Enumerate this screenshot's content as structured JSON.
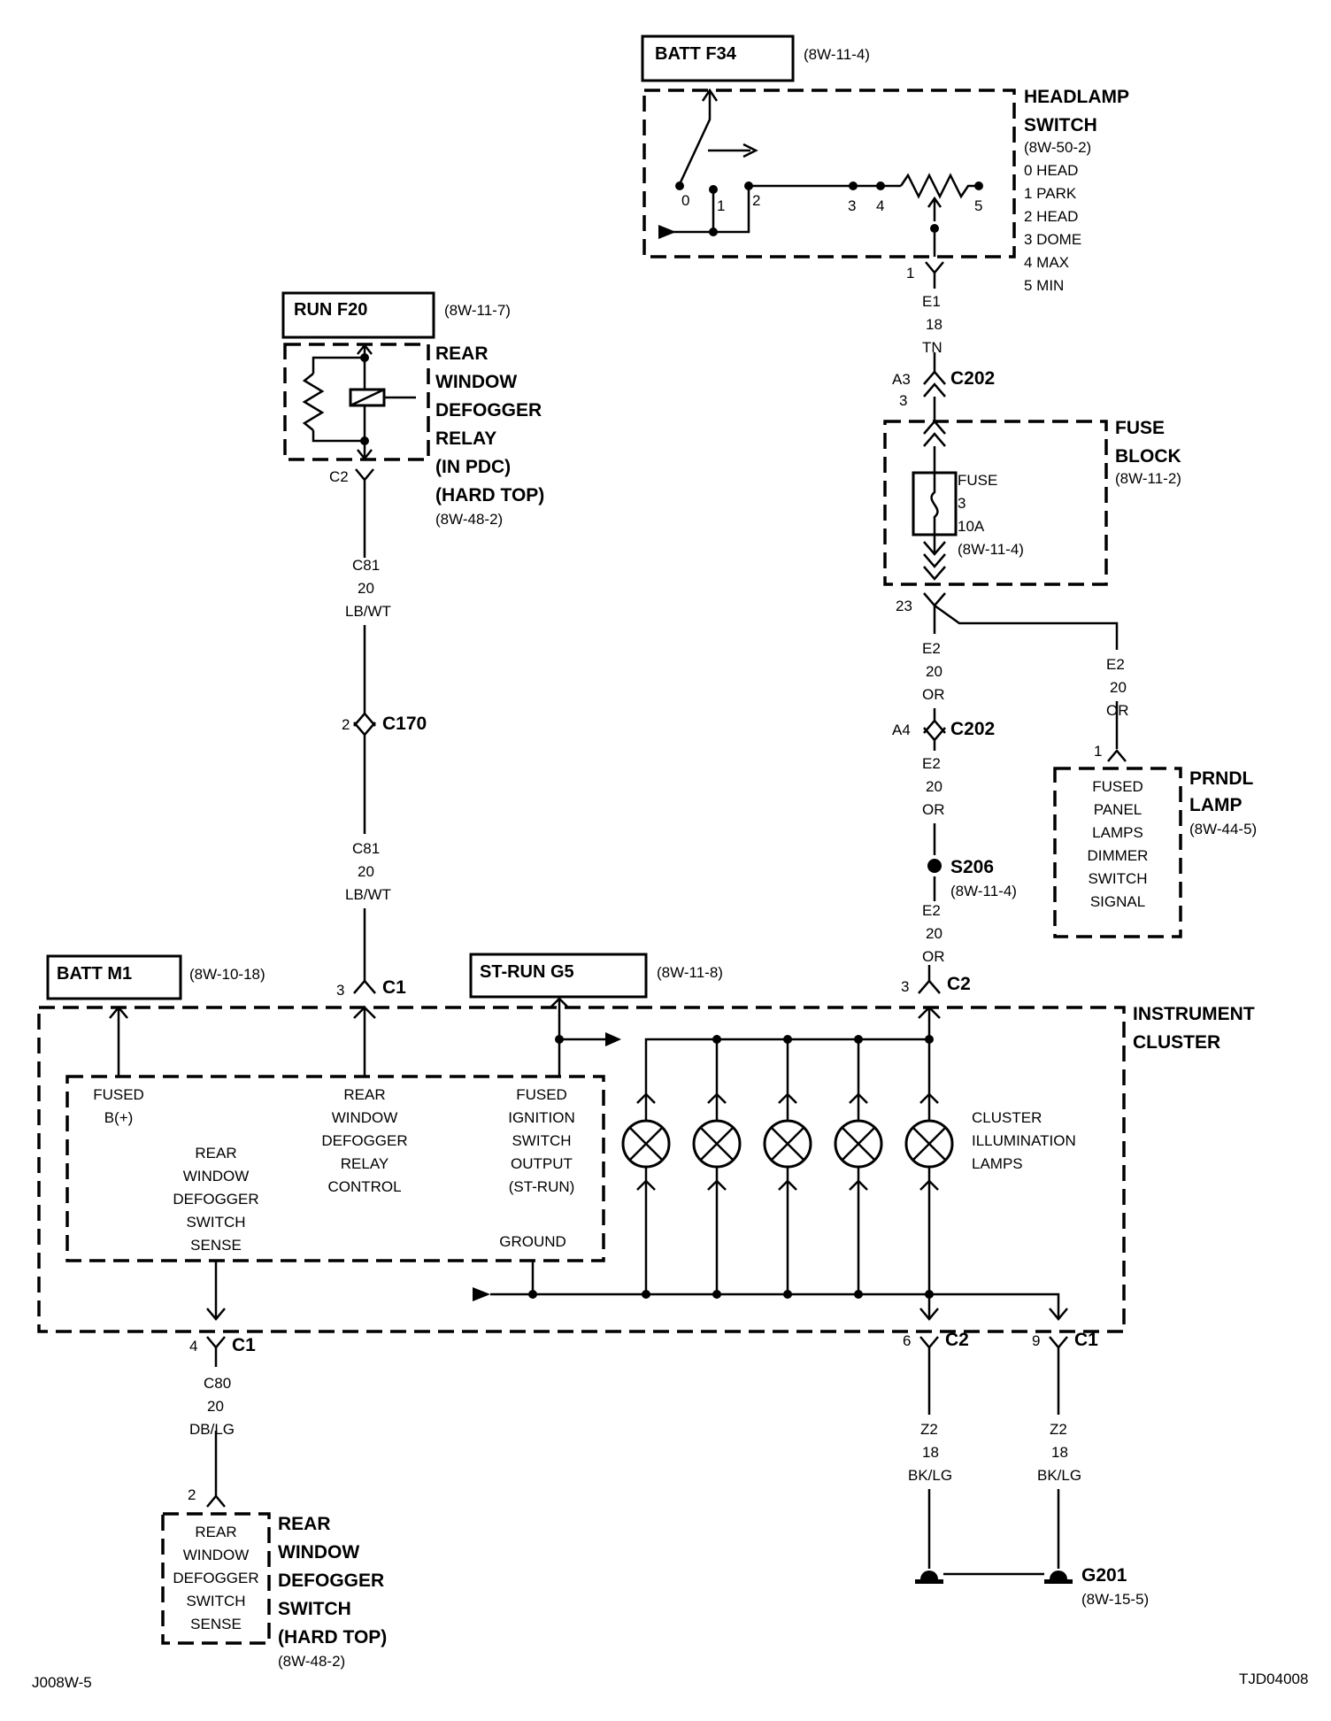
{
  "headlamp_switch": {
    "source": "BATT F34",
    "source_ref": "(8W-11-4)",
    "name_line1": "HEADLAMP",
    "name_line2": "SWITCH",
    "ref": "(8W-50-2)",
    "positions": [
      "0 HEAD",
      "1 PARK",
      "2 HEAD",
      "3 DOME",
      "4 MAX",
      "5 MIN"
    ],
    "terminals": [
      "0",
      "1",
      "2",
      "3",
      "4",
      "5"
    ],
    "pin": "1"
  },
  "wire_e1": {
    "circuit": "E1",
    "gauge": "18",
    "color": "TN"
  },
  "c202_a3": {
    "pin": "A3",
    "pin2": "3",
    "name": "C202"
  },
  "fuse_block": {
    "name_line1": "FUSE",
    "name_line2": "BLOCK",
    "ref": "(8W-11-2)",
    "fuse_label": "FUSE",
    "fuse_number": "3",
    "fuse_rating": "10A",
    "fuse_ref": "(8W-11-4)",
    "pin": "23"
  },
  "wire_e2_a": {
    "circuit": "E2",
    "gauge": "20",
    "color": "OR"
  },
  "wire_e2_prndl": {
    "circuit": "E2",
    "gauge": "20",
    "color": "OR"
  },
  "c202_a4": {
    "pin": "A4",
    "name": "C202"
  },
  "wire_e2_b": {
    "circuit": "E2",
    "gauge": "20",
    "color": "OR"
  },
  "splice": {
    "name": "S206",
    "ref": "(8W-11-4)"
  },
  "wire_e2_c": {
    "circuit": "E2",
    "gauge": "20",
    "color": "OR"
  },
  "prndl": {
    "pin": "1",
    "name_line1": "PRNDL",
    "name_line2": "LAMP",
    "ref": "(8W-44-5)",
    "inner": [
      "FUSED",
      "PANEL",
      "LAMPS",
      "DIMMER",
      "SWITCH",
      "SIGNAL"
    ]
  },
  "relay": {
    "source": "RUN F20",
    "source_ref": "(8W-11-7)",
    "name": [
      "REAR",
      "WINDOW",
      "DEFOGGER",
      "RELAY",
      "(IN PDC)",
      "(HARD TOP)"
    ],
    "ref": "(8W-48-2)",
    "pin": "C2"
  },
  "wire_c81_a": {
    "circuit": "C81",
    "gauge": "20",
    "color": "LB/WT"
  },
  "c170": {
    "pin": "2",
    "name": "C170"
  },
  "wire_c81_b": {
    "circuit": "C81",
    "gauge": "20",
    "color": "LB/WT"
  },
  "cluster": {
    "name_line1": "INSTRUMENT",
    "name_line2": "CLUSTER",
    "batt_source": "BATT M1",
    "batt_ref": "(8W-10-18)",
    "strun_source": "ST-RUN G5",
    "strun_ref": "(8W-11-8)",
    "c1_top_pin": "3",
    "c1_top_name": "C1",
    "c2_top_pin": "3",
    "c2_top_name": "C2",
    "fused_b": [
      "FUSED",
      "B(+)"
    ],
    "relay_control": [
      "REAR",
      "WINDOW",
      "DEFOGGER",
      "RELAY",
      "CONTROL"
    ],
    "ign_output": [
      "FUSED",
      "IGNITION",
      "SWITCH",
      "OUTPUT",
      "(ST-RUN)"
    ],
    "switch_sense": [
      "REAR",
      "WINDOW",
      "DEFOGGER",
      "SWITCH",
      "SENSE"
    ],
    "ground": "GROUND",
    "lamps_label": [
      "CLUSTER",
      "ILLUMINATION",
      "LAMPS"
    ],
    "c1_bottom_pin": "4",
    "c1_bottom_name": "C1",
    "c2_bottom_pin": "6",
    "c2_bottom_name": "C2",
    "c1_ground_pin": "9",
    "c1_ground_name": "C1"
  },
  "wire_c80": {
    "circuit": "C80",
    "gauge": "20",
    "color": "DB/LG"
  },
  "defog_switch": {
    "pin": "2",
    "inner": [
      "REAR",
      "WINDOW",
      "DEFOGGER",
      "SWITCH",
      "SENSE"
    ],
    "name": [
      "REAR",
      "WINDOW",
      "DEFOGGER",
      "SWITCH",
      "(HARD TOP)"
    ],
    "ref": "(8W-48-2)"
  },
  "wire_z2_a": {
    "circuit": "Z2",
    "gauge": "18",
    "color": "BK/LG"
  },
  "wire_z2_b": {
    "circuit": "Z2",
    "gauge": "18",
    "color": "BK/LG"
  },
  "ground_point": {
    "name": "G201",
    "ref": "(8W-15-5)"
  },
  "footer": {
    "left": "J008W-5",
    "right": "TJD04008"
  }
}
